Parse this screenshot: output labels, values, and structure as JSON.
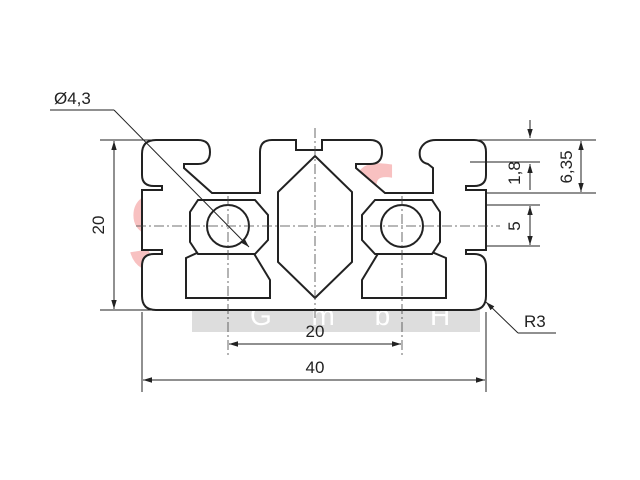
{
  "watermark": {
    "logo_text": "smf",
    "sub_text": "G m b H",
    "color": "#f7b7b7",
    "bar_color": "#d8d8d8"
  },
  "dimensions": {
    "diameter_label": "Ø4,3",
    "height_label": "20",
    "pitch_label": "20",
    "width_label": "40",
    "slot_label": "5",
    "depth_small_label": "1,8",
    "depth_large_label": "6,35",
    "radius_label": "R3"
  },
  "colors": {
    "line": "#222222",
    "center_line": "#444444"
  }
}
